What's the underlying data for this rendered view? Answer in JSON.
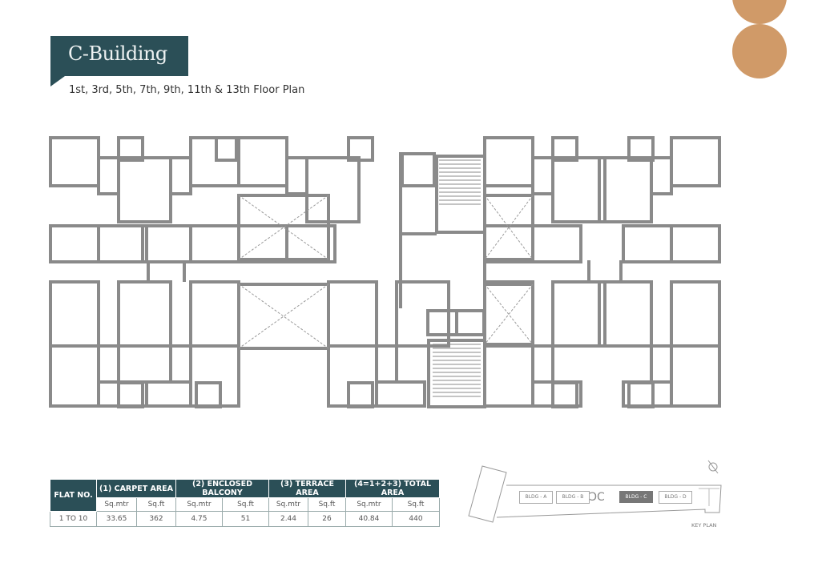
{
  "header": {
    "title": "C-Building",
    "subtitle": "1st, 3rd, 5th, 7th, 9th, 11th & 13th Floor Plan"
  },
  "colors": {
    "accent": "#2b4f57",
    "decor": "#d09a68",
    "wall": "#8a8a8a"
  },
  "area_table": {
    "headers": {
      "flat_no": "FLAT NO.",
      "carpet": "(1) CARPET AREA",
      "balcony": "(2) ENCLOSED BALCONY",
      "terrace": "(3) TERRACE AREA",
      "total": "(4=1+2+3) TOTAL AREA"
    },
    "units": [
      "Sq.mtr",
      "Sq.ft",
      "Sq.mtr",
      "Sq.ft",
      "Sq.mtr",
      "Sq.ft",
      "Sq.mtr",
      "Sq.ft"
    ],
    "row": {
      "flat": "1 TO 10",
      "values": [
        "33.65",
        "362",
        "4.75",
        "51",
        "2.44",
        "26",
        "40.84",
        "440"
      ]
    }
  },
  "key_plan": {
    "label": "KEY PLAN",
    "buildings": [
      "BLDG - A",
      "BLDG - B",
      "BLDG - C",
      "BLDG - D"
    ],
    "highlighted": "BLDG - C"
  }
}
